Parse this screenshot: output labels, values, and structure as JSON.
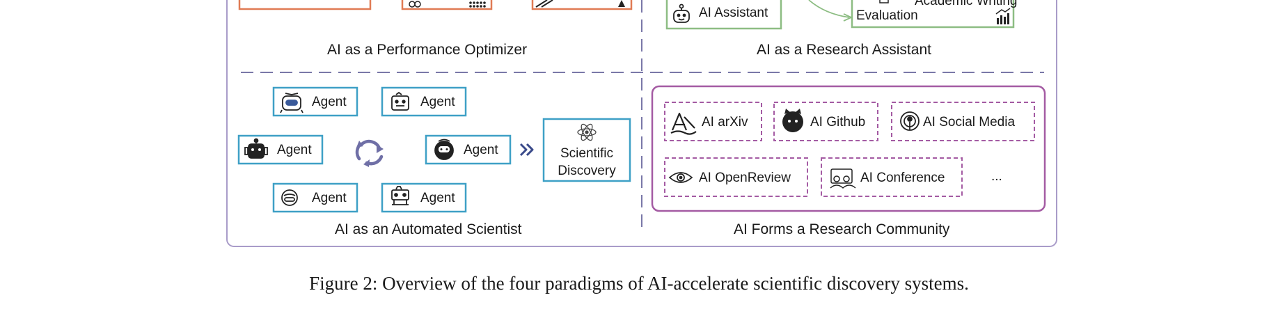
{
  "top_left": {
    "title": "AI as a Performance Optimizer"
  },
  "top_right": {
    "title": "AI as a Research Assistant",
    "assistant_label": "AI Assistant",
    "writing_label_line1": "Academic Writing",
    "writing_label_line2": "Evaluation"
  },
  "bottom_left": {
    "title": "AI as an Automated Scientist",
    "agents": [
      "Agent",
      "Agent",
      "Agent",
      "Agent",
      "Agent",
      "Agent"
    ],
    "discovery_line1": "Scientific",
    "discovery_line2": "Discovery"
  },
  "bottom_right": {
    "title": "AI Forms a Research Community",
    "items": [
      "AI arXiv",
      "AI Github",
      "AI Social Media",
      "AI OpenReview",
      "AI Conference"
    ],
    "more": "..."
  },
  "caption": "Figure 2: Overview of the four paradigms of AI-accelerate scientific discovery systems.",
  "colors": {
    "frame": "#a99cc9",
    "dash": "#7a78a8",
    "optimizer": "#e07b54",
    "assistant": "#8dbd83",
    "agent": "#3ea0c6",
    "community": "#a45ba3",
    "cycle": "#6f6fa6"
  }
}
